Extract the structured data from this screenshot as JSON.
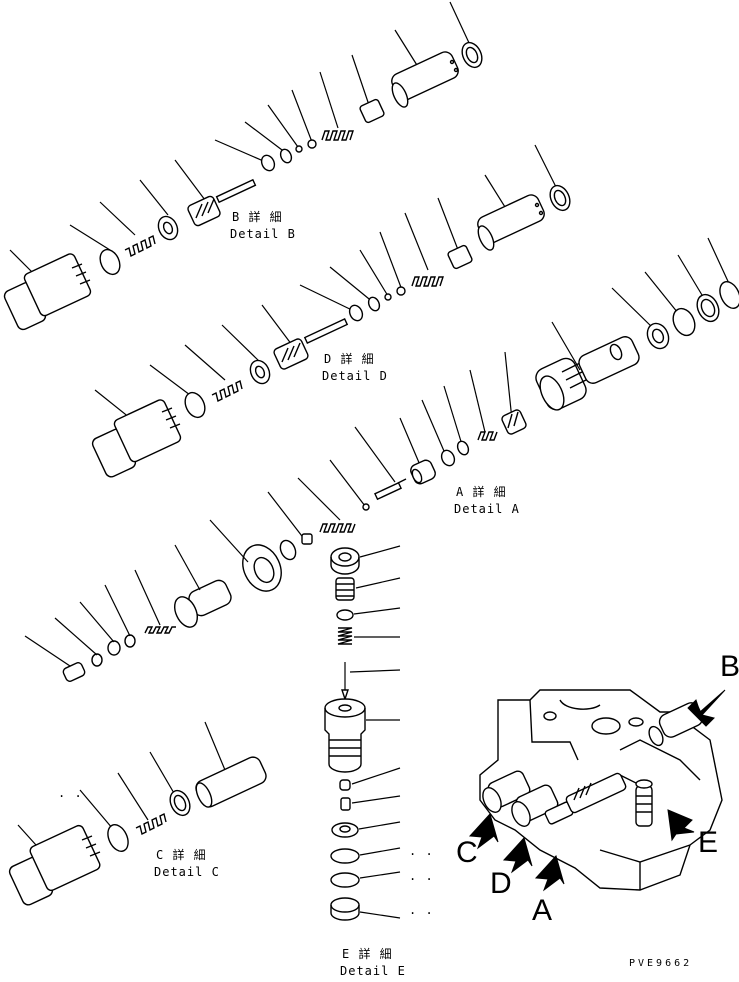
{
  "details": {
    "b": {
      "jp": "B 詳 細",
      "en": "Detail B"
    },
    "d": {
      "jp": "D 詳 細",
      "en": "Detail D"
    },
    "a": {
      "jp": "A 詳 細",
      "en": "Detail A"
    },
    "c": {
      "jp": "C 詳 細",
      "en": "Detail C"
    },
    "e": {
      "jp": "E 詳 細",
      "en": "Detail E"
    }
  },
  "view_letters": {
    "a": "A",
    "b": "B",
    "c": "C",
    "d": "D",
    "e": "E"
  },
  "drawing_code": "PVE9662",
  "dots": ". .",
  "icons": [
    "arrow-icon",
    "valve-body-icon"
  ]
}
